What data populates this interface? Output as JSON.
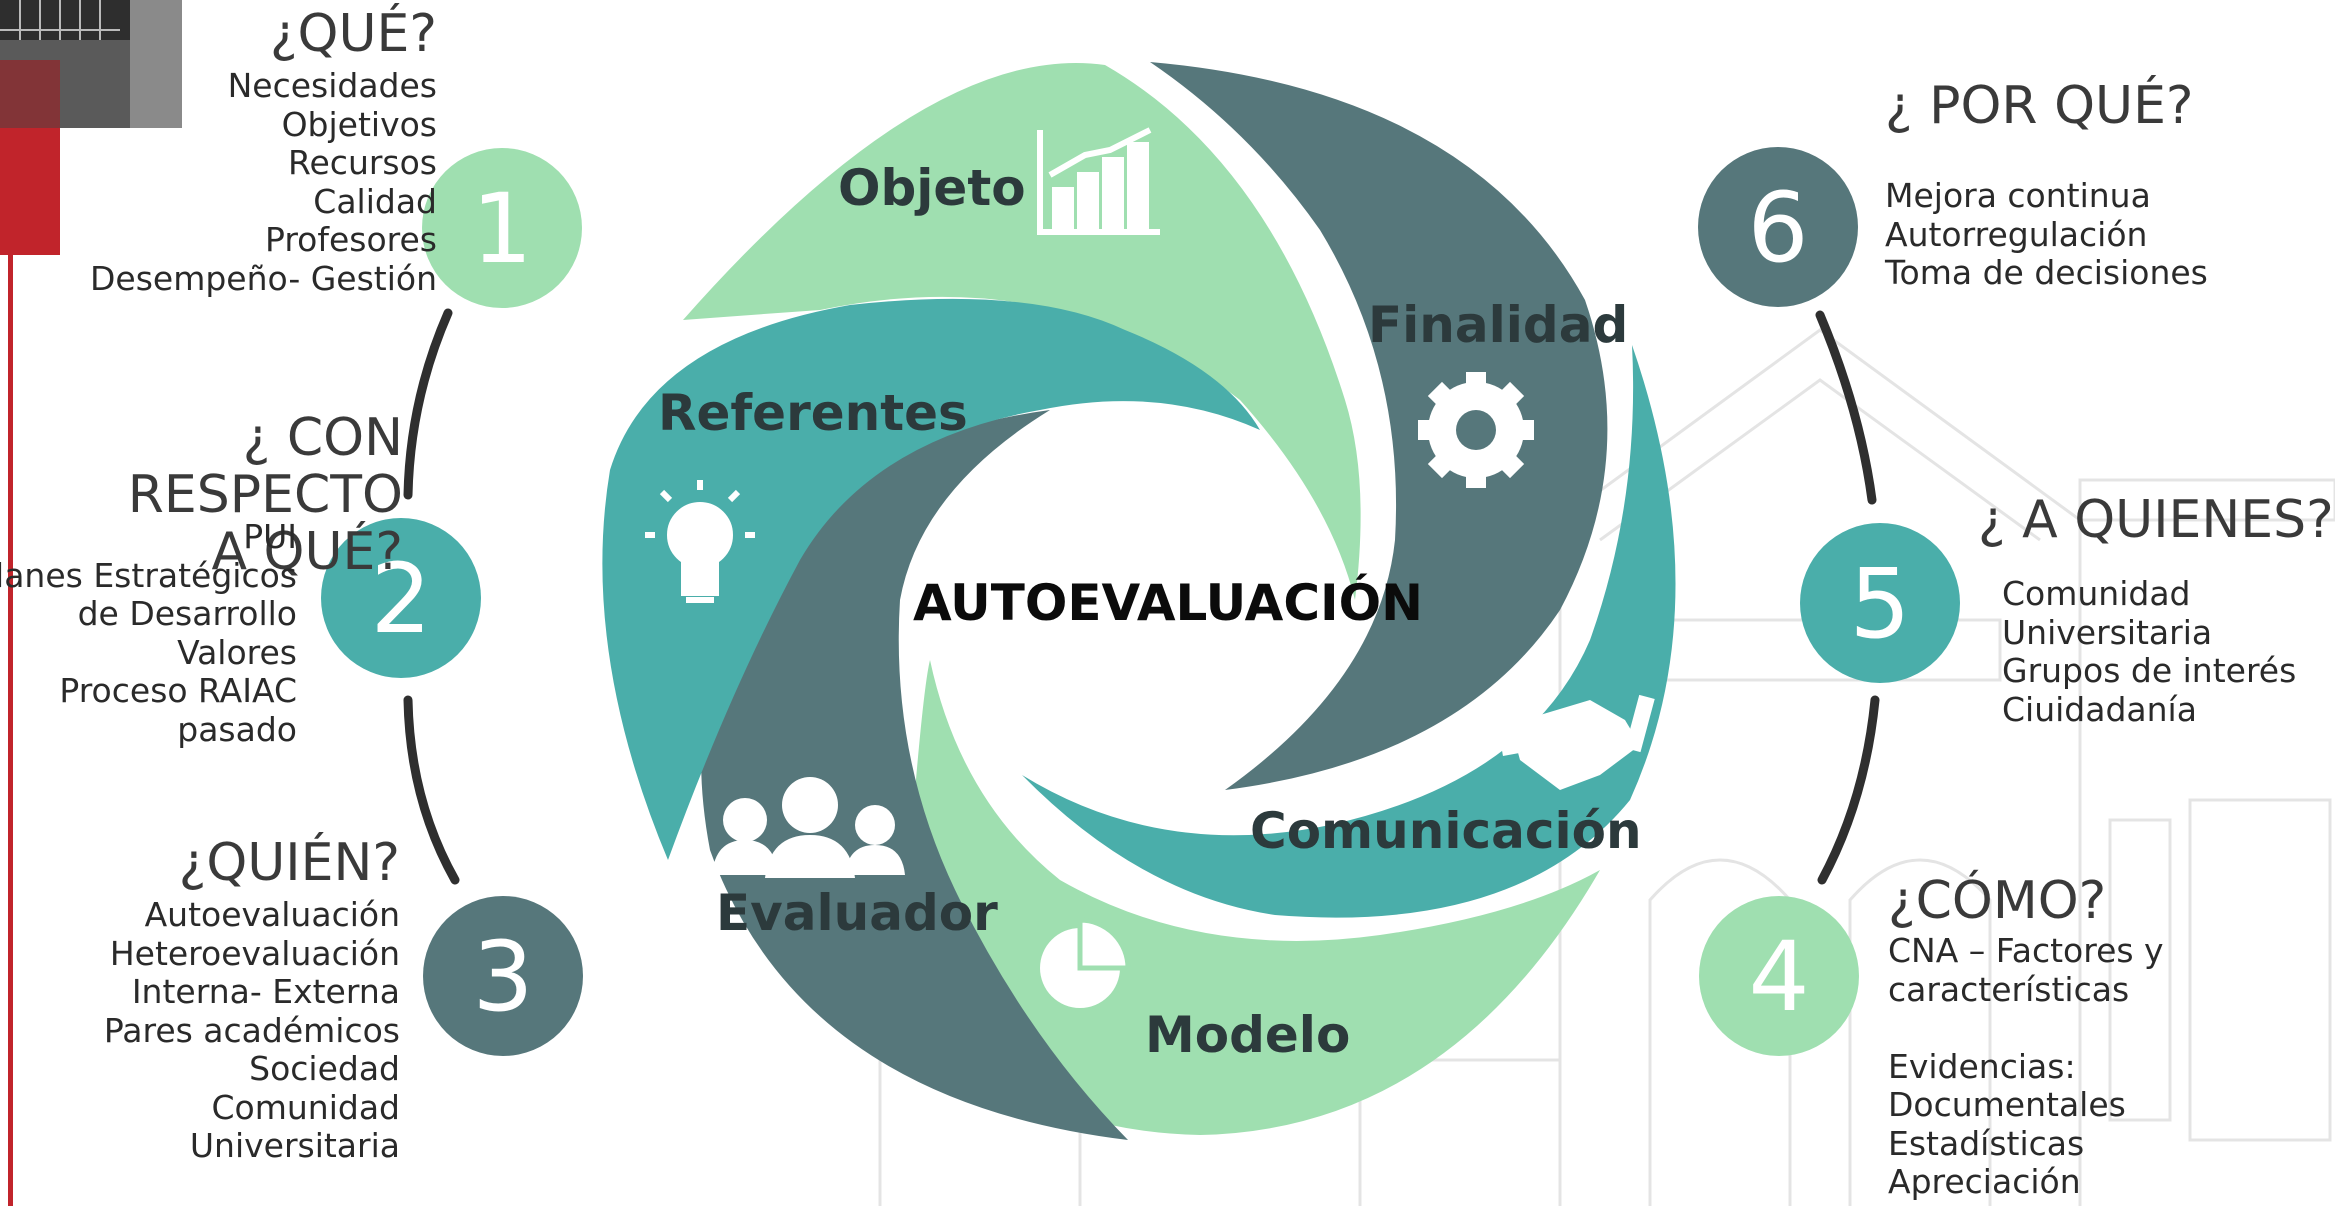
{
  "center_title": "AUTOEVALUACIÓN",
  "colors": {
    "light_green": "#9fdfb0",
    "dark_slate": "#56777b",
    "teal": "#4aaeaa",
    "red_accent": "#c1242b"
  },
  "segments": [
    {
      "label": "Objeto",
      "icon": "bar-chart-growth-icon"
    },
    {
      "label": "Finalidad",
      "icon": "gear-icon"
    },
    {
      "label": "Comunicación",
      "icon": "handshake-icon"
    },
    {
      "label": "Modelo",
      "icon": "pie-chart-icon"
    },
    {
      "label": "Evaluador",
      "icon": "people-group-icon"
    },
    {
      "label": "Referentes",
      "icon": "lightbulb-icon"
    }
  ],
  "steps": {
    "s1": {
      "number": "1",
      "heading": "¿QUÉ?",
      "items": [
        "Necesidades",
        "Objetivos",
        "Recursos",
        "Calidad",
        "Profesores",
        "Desempeño- Gestión"
      ]
    },
    "s2": {
      "number": "2",
      "heading_line1": "¿ CON RESPECTO",
      "heading_line2": "A QUÉ?",
      "items": [
        "PUI",
        "Planes Estratégicos",
        "de Desarrollo",
        "Valores",
        "Proceso RAIAC",
        "pasado"
      ]
    },
    "s3": {
      "number": "3",
      "heading": "¿QUIÉN?",
      "items": [
        "Autoevaluación",
        "Heteroevaluación",
        "Interna- Externa",
        "Pares académicos",
        "Sociedad",
        "Comunidad",
        "Universitaria"
      ]
    },
    "s4": {
      "number": "4",
      "heading": "¿CÓMO?",
      "items": [
        "CNA – Factores y",
        "características",
        "",
        "Evidencias:",
        "Documentales",
        "Estadísticas",
        "Apreciación"
      ]
    },
    "s5": {
      "number": "5",
      "heading": "¿ A QUIENES?",
      "items": [
        "Comunidad",
        "Universitaria",
        "Grupos de interés",
        "Ciuidadanía"
      ]
    },
    "s6": {
      "number": "6",
      "heading": "¿ POR QUÉ?",
      "items": [
        "Mejora continua",
        "Autorregulación",
        "Toma de decisiones"
      ]
    }
  }
}
